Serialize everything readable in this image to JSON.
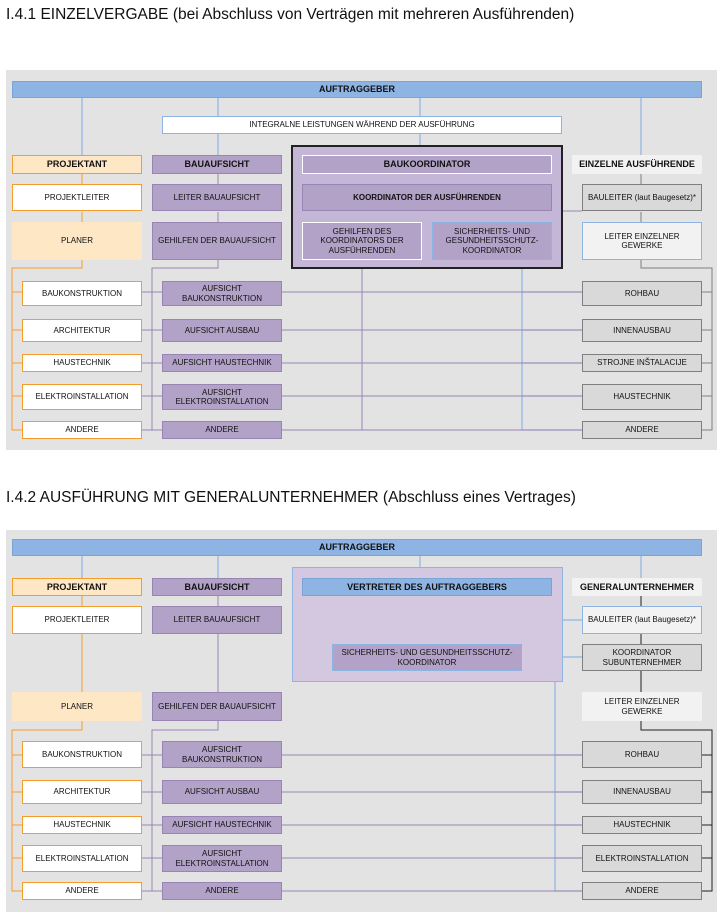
{
  "section1": {
    "heading": "I.4.1 EINZELVERGABE (bei Abschluss von Verträgen mit mehreren Ausführenden)",
    "client": "AUFTRAGGEBER",
    "integral": "INTEGRALNE LEISTUNGEN WÄHREND DER AUSFÜHRUNG",
    "projektant": {
      "header": "PROJEKTANT",
      "projektleiter": "PROJEKTLEITER",
      "planer": "PLANER",
      "items": [
        "BAUKONSTRUKTION",
        "ARCHITEKTUR",
        "HAUSTECHNIK",
        "ELEKTROINSTALLATION",
        "ANDERE"
      ]
    },
    "bauaufsicht": {
      "header": "BAUAUFSICHT",
      "leiter": "LEITER BAUAUFSICHT",
      "gehilfen": "GEHILFEN DER BAUAUFSICHT",
      "items": [
        "AUFSICHT BAUKONSTRUKTION",
        "AUFSICHT AUSBAU",
        "AUFSICHT HAUSTECHNIK",
        "AUFSICHT ELEKTROINSTALLATION",
        "ANDERE"
      ]
    },
    "baukoordinator": {
      "header": "BAUKOORDINATOR",
      "koordinator": "KOORDINATOR DER AUSFÜHRENDEN",
      "gehilfen": "GEHILFEN DES KOORDINATORS DER AUSFÜHRENDEN",
      "sicherheit": "SICHERHEITS- UND GESUNDHEITSSCHUTZ-KOORDINATOR"
    },
    "ausfuehrende": {
      "header": "EINZELNE AUSFÜHRENDE",
      "bauleiter": "BAULEITER (laut Baugesetz)*",
      "leiter_gewerke": "LEITER EINZELNER GEWERKE",
      "items": [
        "ROHBAU",
        "INNENAUSBAU",
        "STROJNE INŠTALACIJE",
        "HAUSTECHNIK",
        "ANDERE"
      ]
    }
  },
  "section2": {
    "heading": "I.4.2 AUSFÜHRUNG MIT GENERALUNTERNEHMER (Abschluss eines Vertrages)",
    "client": "AUFTRAGGEBER",
    "projektant": {
      "header": "PROJEKTANT",
      "projektleiter": "PROJEKTLEITER",
      "planer": "PLANER",
      "items": [
        "BAUKONSTRUKTION",
        "ARCHITEKTUR",
        "HAUSTECHNIK",
        "ELEKTROINSTALLATION",
        "ANDERE"
      ]
    },
    "bauaufsicht": {
      "header": "BAUAUFSICHT",
      "leiter": "LEITER BAUAUFSICHT",
      "gehilfen": "GEHILFEN DER BAUAUFSICHT",
      "items": [
        "AUFSICHT BAUKONSTRUKTION",
        "AUFSICHT AUSBAU",
        "AUFSICHT HAUSTECHNIK",
        "AUFSICHT ELEKTROINSTALLATION",
        "ANDERE"
      ]
    },
    "vertreter": {
      "header": "VERTRETER DES AUFTRAGGEBERS",
      "sicherheit": "SICHERHEITS- UND GESUNDHEITSSCHUTZ-KOORDINATOR"
    },
    "generalunternehmer": {
      "header": "GENERALUNTERNEHMER",
      "bauleiter": "BAULEITER (laut Baugesetz)*",
      "koordinator": "KOORDINATOR SUBUNTERNEHMER",
      "leiter_gewerke": "LEITER EINZELNER GEWERKE",
      "items": [
        "ROHBAU",
        "INNENAUSBAU",
        "HAUSTECHNIK",
        "ELEKTROINSTALLATION",
        "ANDERE"
      ]
    }
  }
}
